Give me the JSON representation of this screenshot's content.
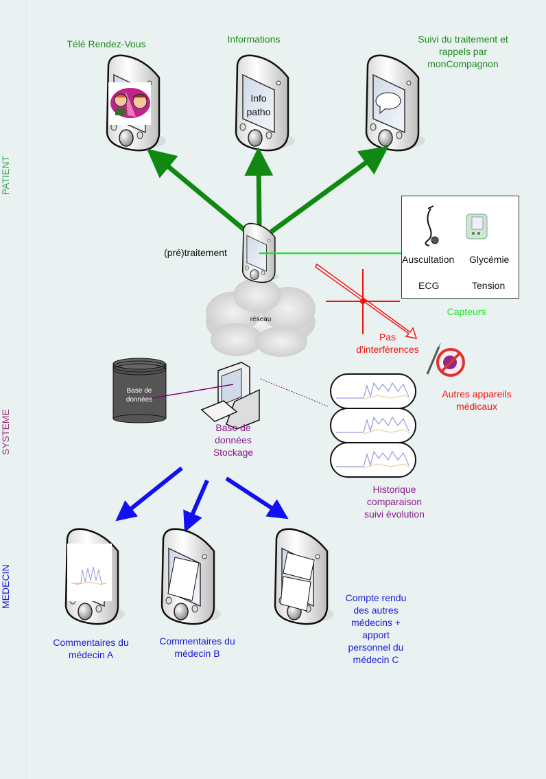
{
  "lanes": {
    "patient": "PATIENT",
    "systeme": "SYSTEME",
    "medecin": "MEDECIN"
  },
  "patient": {
    "devices": [
      {
        "label": "Télé Rendez-Vous",
        "screen": "phone-call-clipart"
      },
      {
        "label": "Informations",
        "screen_text": "Info\npatho",
        "screen_line1": "Info",
        "screen_line2": "patho"
      },
      {
        "label_line1": "Suivi du traitement et",
        "label_line2": "rappels par",
        "label_line3": "monCompagnon",
        "screen": "speech-bubble"
      }
    ],
    "preprocessing_label": "(pré)traitement",
    "network_label": "réseau"
  },
  "sensors": {
    "title": "Capteurs",
    "items": [
      "Auscultation",
      "Glycémie",
      "ECG",
      "Tension"
    ]
  },
  "interference": {
    "line1": "Pas",
    "line2": "d'interférences"
  },
  "other_devices": {
    "line1": "Autres appareils",
    "line2": "médicaux"
  },
  "system": {
    "db_cylinder_line1": "Base de",
    "db_cylinder_line2": "données",
    "storage_line1": "Base de",
    "storage_line2": "données",
    "storage_line3": "Stockage",
    "history_line1": "Historique",
    "history_line2": "comparaison",
    "history_line3": "suivi évolution"
  },
  "medecin": {
    "a_line1": "Commentaires du",
    "a_line2": "médecin A",
    "b_line1": "Commentaires du",
    "b_line2": "médecin B",
    "c_lines": [
      "Compte rendu",
      "des autres",
      "médecins +",
      "apport",
      "personnel du",
      "médecin C"
    ]
  },
  "colors": {
    "patient": "#1e8a1e",
    "systeme": "#8a1a8a",
    "medecin": "#1a1ad6",
    "alert": "#ee1111",
    "sensor_link": "#22e022",
    "background": "#e9f2f1"
  }
}
